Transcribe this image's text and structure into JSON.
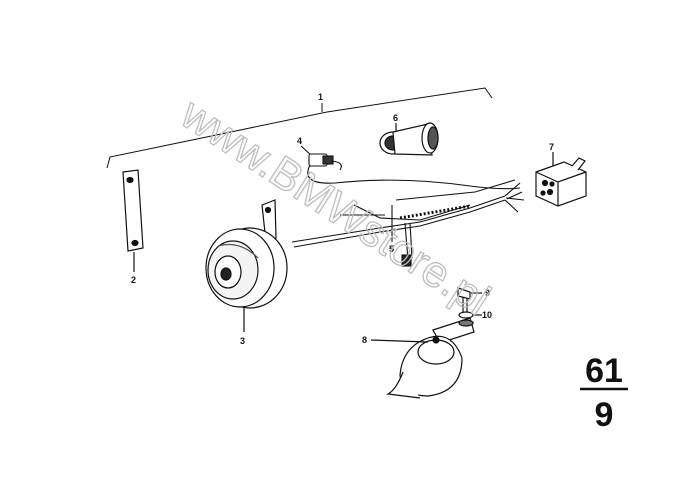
{
  "watermark": "www.BMWstore.pl",
  "group": {
    "main": "61",
    "sub": "9"
  },
  "callouts": {
    "p1": "1",
    "p2": "2",
    "p3": "3",
    "p4": "4",
    "p5": "5",
    "p6": "6",
    "p7": "7",
    "p8": "8",
    "p9": "9",
    "p10": "10"
  },
  "icons": {
    "bracket": "bracket-icon",
    "horn": "horn-icon",
    "wiring": "wiring-harness-icon",
    "connector": "connector-icon",
    "socket": "socket-icon",
    "relay": "relay-icon",
    "bolt": "bolt-icon",
    "washer": "washer-icon"
  }
}
